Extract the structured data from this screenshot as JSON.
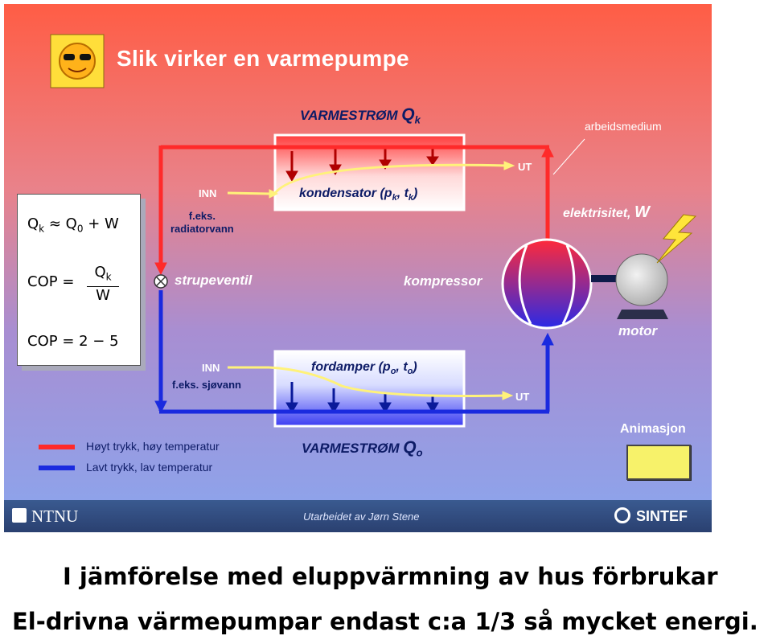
{
  "slide": {
    "title": "Slik virker en varmepumpe",
    "flow_top": {
      "label": "VARMESTRØM",
      "symbol": "Q",
      "sub": "k"
    },
    "flow_bottom": {
      "label": "VARMESTRØM",
      "symbol": "Q",
      "sub": "o"
    },
    "condenser": {
      "name": "kondensator",
      "p": "p",
      "p_sub": "k",
      "t": "t",
      "t_sub": "k",
      "in_label": "INN",
      "out_label": "UT",
      "note_line1": "f.eks.",
      "note_line2": "radiatorvann"
    },
    "evaporator": {
      "name": "fordamper",
      "p": "p",
      "p_sub": "o",
      "t": "t",
      "t_sub": "o",
      "in_label": "INN",
      "out_label": "UT",
      "note": "f.eks. sjøvann"
    },
    "valve_label": "strupeventil",
    "compressor_label": "kompressor",
    "working_medium": "arbeidsmedium",
    "electricity": {
      "label": "elektrisitet,",
      "symbol": "W"
    },
    "motor_label": "motor",
    "formulas": {
      "f1_lhs": "Q",
      "f1_lhs_sub": "k",
      "f1_rest": "≈ Q",
      "f1_rest_sub": "0",
      "f1_tail": "+ W",
      "f2_lhs": "COP =",
      "f2_num": "Q",
      "f2_num_sub": "k",
      "f2_den": "W",
      "f3": "COP = 2 − 5"
    },
    "legend": [
      {
        "text": "Høyt trykk, høy temperatur",
        "color": "#ff2a2a"
      },
      {
        "text": "Lavt trykk, lav temperatur",
        "color": "#1a2adf"
      }
    ],
    "animation_button": {
      "label": "Animasjon"
    },
    "footer": {
      "left_logo": "NTNU",
      "credit": "Utarbeidet av Jørn Stene",
      "right_logo": "SINTEF"
    }
  },
  "caption": {
    "line1": "I jämförelse med eluppvärmning  av hus förbrukar",
    "line2": "El-drivna värmepumpar endast c:a 1/3 så mycket energi."
  },
  "colors": {
    "hot": "#ff2a2a",
    "cold": "#1a2adf",
    "arrow_yellow": "#fff27a",
    "text_navy": "#0d1b66"
  }
}
